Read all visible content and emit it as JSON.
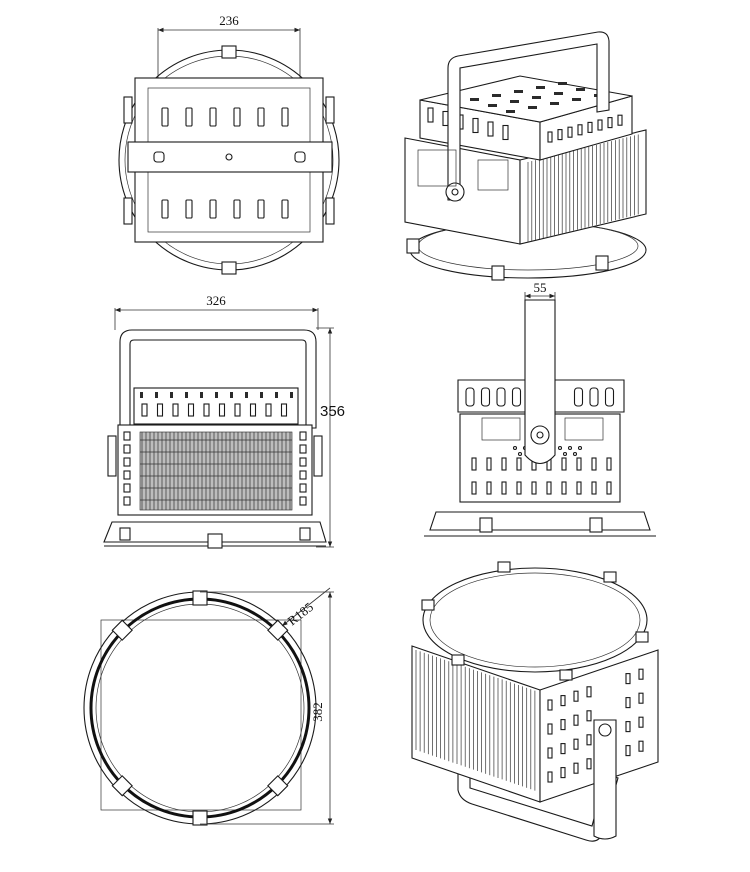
{
  "dimensions": {
    "top_width": "236",
    "front_width": "326",
    "front_height": "356",
    "side_bracket_width": "55",
    "ring_radius": "R185",
    "ring_height": "382"
  },
  "colors": {
    "line": "#1a1a1a",
    "fin_fill": "#bdbdbd",
    "background": "#ffffff"
  }
}
